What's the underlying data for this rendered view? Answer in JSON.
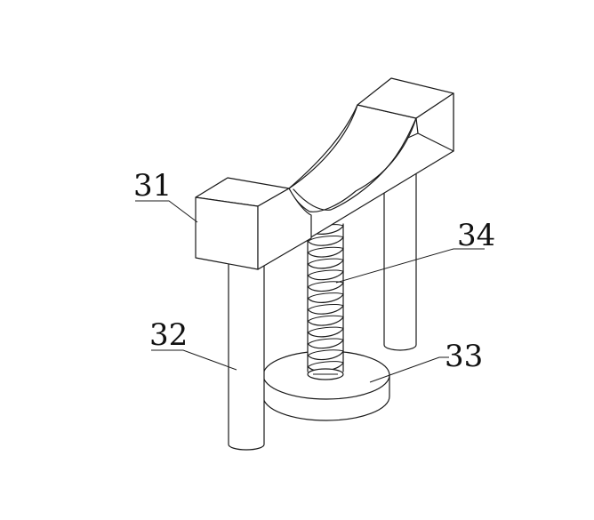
{
  "diagram": {
    "colors": {
      "stroke": "#1a1a1a",
      "background": "#ffffff",
      "text": "#111111"
    },
    "parts": [
      {
        "id": "saddle-support",
        "label": "31"
      },
      {
        "id": "guide-post",
        "label": "32"
      },
      {
        "id": "base-disc",
        "label": "33"
      },
      {
        "id": "spring",
        "label": "34"
      }
    ],
    "spring": {
      "coil_count": 13
    }
  }
}
